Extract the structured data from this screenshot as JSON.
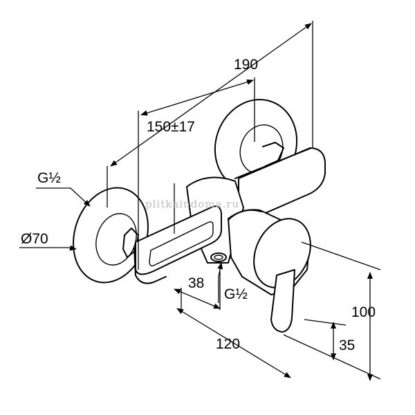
{
  "dimensions": {
    "overall_width": "190",
    "center_distance": "150±17",
    "outlet_offset": "38",
    "outlet_thread": "G½",
    "depth": "120",
    "height": "100",
    "lever_height": "35",
    "inlet_thread": "G½",
    "flange_diameter": "Ø70"
  },
  "watermark": "plitkaindoma.ru",
  "colors": {
    "line": "#000000",
    "background": "#ffffff",
    "watermark": "#bdbdbd"
  }
}
